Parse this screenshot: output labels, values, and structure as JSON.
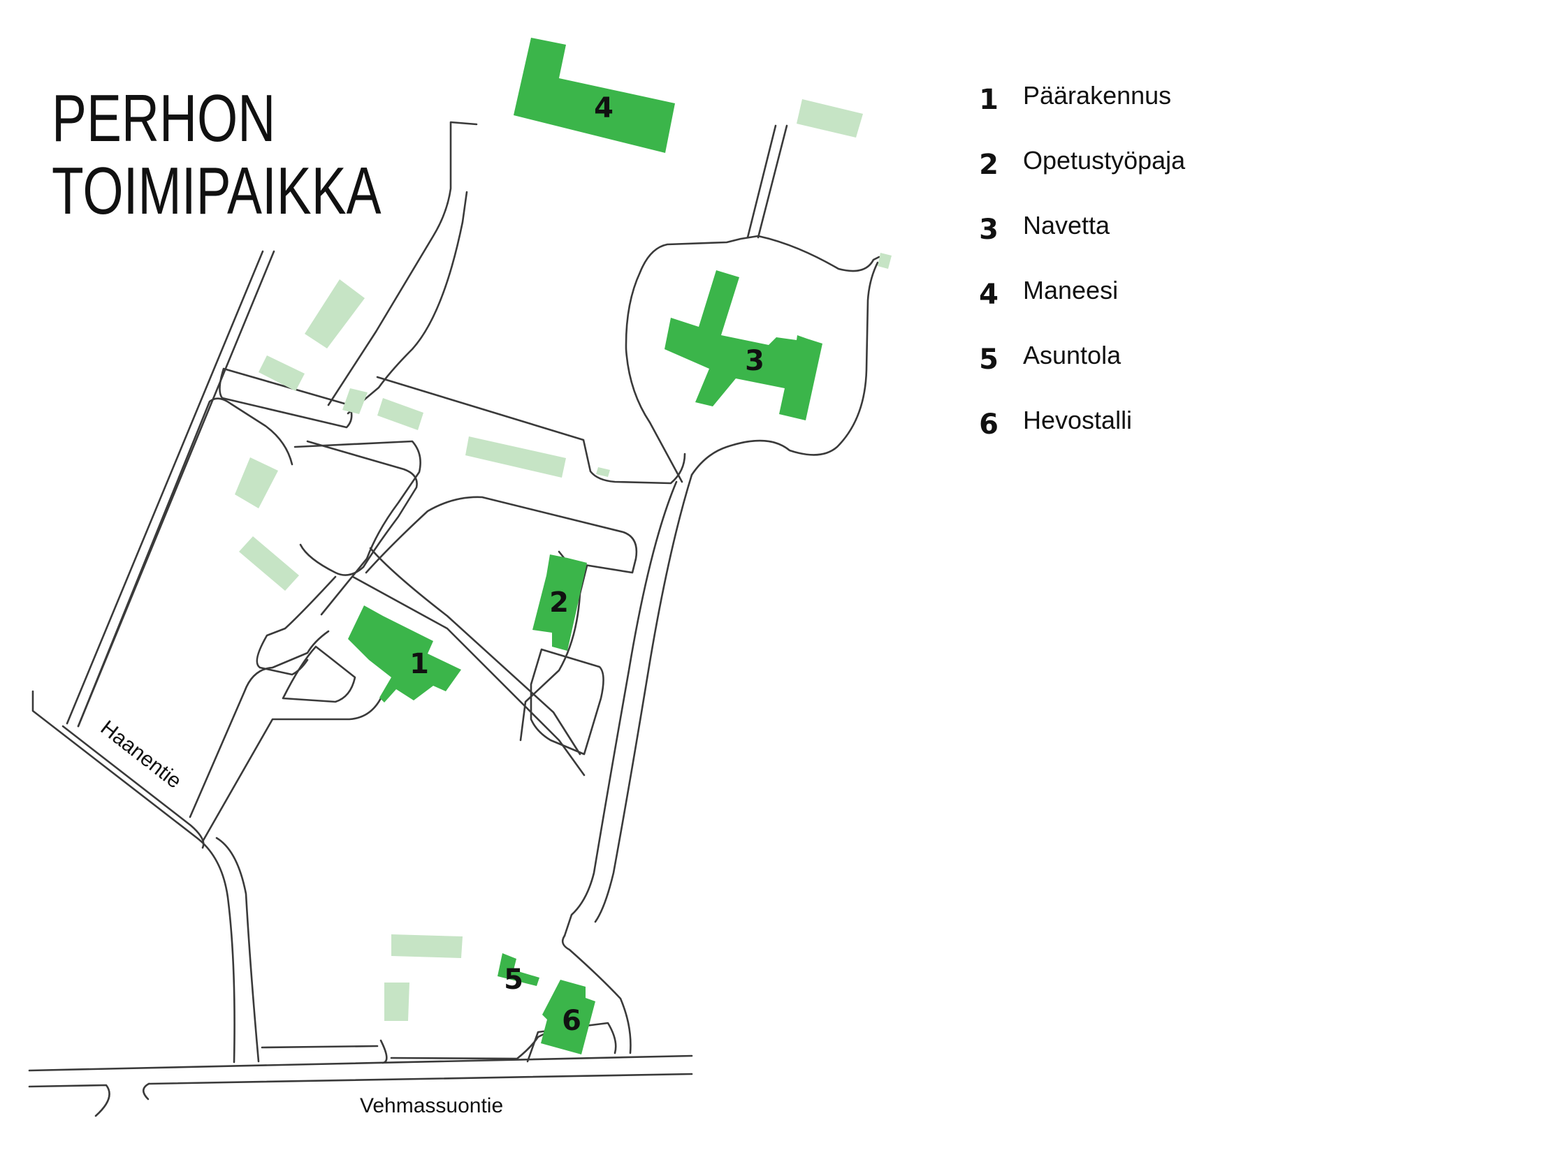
{
  "title": {
    "line1": "PERHON",
    "line2": "TOIMIPAIKKA"
  },
  "legend": [
    {
      "number": "1",
      "name": "Päärakennus"
    },
    {
      "number": "2",
      "name": "Opetustyöpaja"
    },
    {
      "number": "3",
      "name": "Navetta"
    },
    {
      "number": "4",
      "name": "Maneesi"
    },
    {
      "number": "5",
      "name": "Asuntola"
    },
    {
      "number": "6",
      "name": "Hevostalli"
    }
  ],
  "roads": {
    "haanentie": "Haanentie",
    "vehmassuontie": "Vehmassuontie"
  },
  "colors": {
    "highlighted_building": "#3bb54a",
    "other_building": "#c6e4c5",
    "road_outline": "#3a3a3a"
  }
}
